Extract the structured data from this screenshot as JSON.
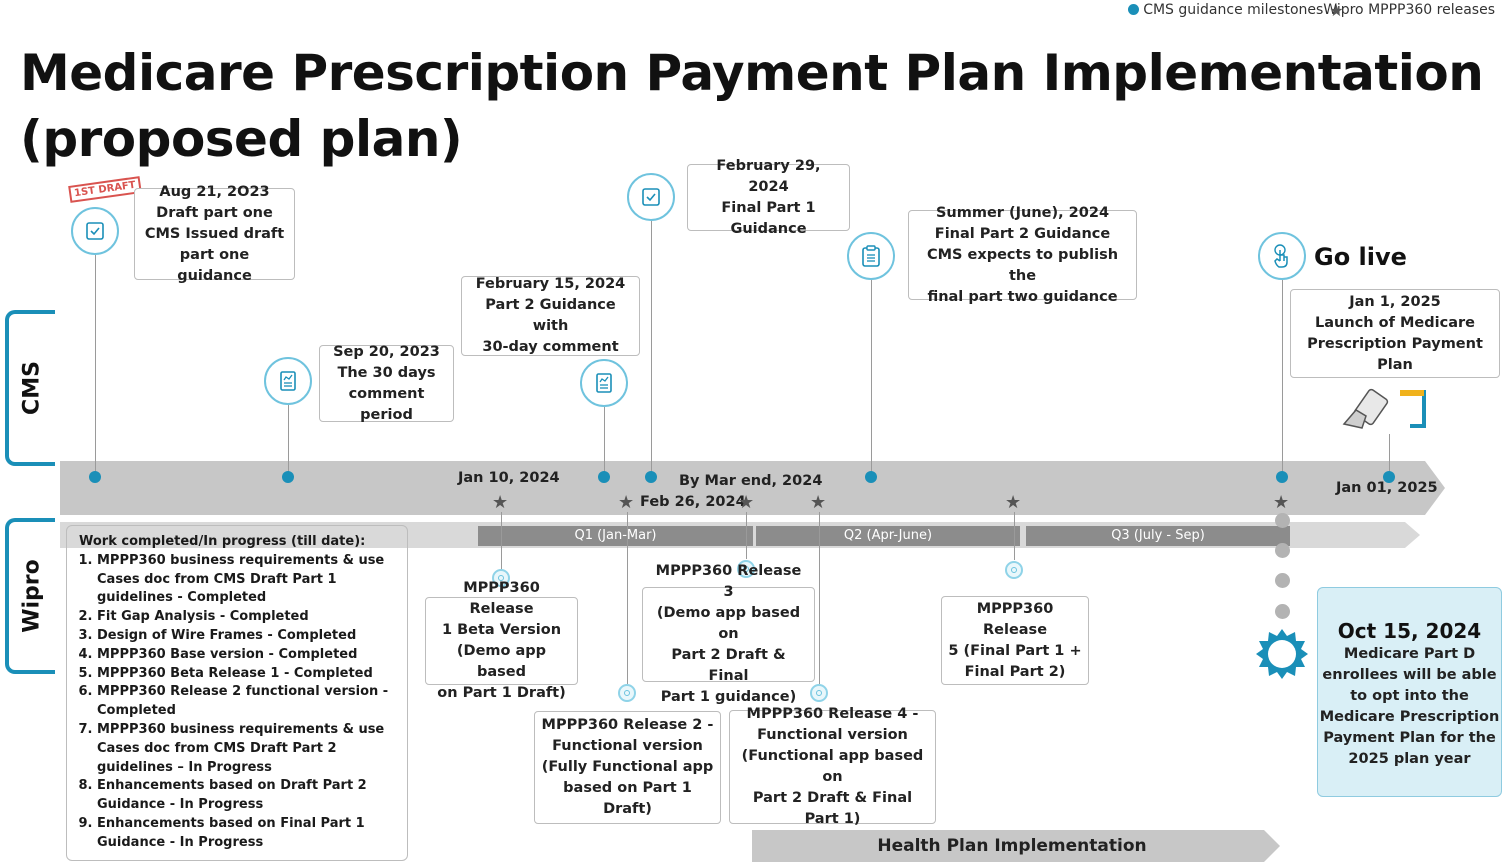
{
  "legend": {
    "cms_label": "CMS guidance milestones",
    "wipro_label": "Wipro MPPP360 releases",
    "cms_color": "#1a8fb8"
  },
  "title": {
    "line1": "Medicare Prescription Payment Plan Implementation",
    "line2": "(proposed plan)"
  },
  "side_tabs": {
    "cms": "CMS",
    "wipro": "Wipro"
  },
  "draft_stamp": "1ST DRAFT",
  "cms_milestones": [
    {
      "lines": [
        "Aug 21, 2O23",
        "Draft part one",
        "CMS Issued draft",
        "part one guidance"
      ]
    },
    {
      "lines": [
        "Sep 20, 2023",
        "The 30 days",
        "comment period"
      ]
    },
    {
      "lines": [
        "February 15, 2024",
        "Part 2 Guidance with",
        "30-day comment"
      ]
    },
    {
      "lines": [
        "February 29, 2024",
        "Final Part 1",
        "Guidance"
      ]
    },
    {
      "lines": [
        "Summer (June), 2024",
        "Final Part 2 Guidance",
        "CMS expects to publish the",
        "final part two guidance"
      ]
    },
    {
      "lines": [
        "Jan 1, 2025",
        "Launch of Medicare",
        "Prescription Payment Plan"
      ]
    }
  ],
  "go_live": "Go live",
  "timeline_labels": {
    "jan10": "Jan 10, 2024",
    "feb26": "Feb 26, 2024",
    "mar_end": "By Mar end, 2024",
    "jan01": "Jan 01, 2025"
  },
  "quarters": [
    "Q1 (Jan-Mar)",
    "Q2 (Apr-June)",
    "Q3 (July - Sep)"
  ],
  "work_list": {
    "heading": "Work completed/In progress (till date):",
    "items": [
      "MPPP360 business requirements & use Cases doc from CMS Draft Part 1 guidelines - Completed",
      "Fit Gap Analysis - Completed",
      "Design of Wire Frames - Completed",
      "MPPP360 Base version - Completed",
      "MPPP360 Beta Release 1 - Completed",
      "MPPP360 Release 2 functional version - Completed",
      "MPPP360 business requirements & use Cases doc from CMS Draft Part 2 guidelines – In Progress",
      "Enhancements based on Draft Part 2 Guidance - In Progress",
      "Enhancements based on Final Part 1 Guidance - In Progress"
    ]
  },
  "releases": [
    {
      "lines": [
        "MPPP360 Release",
        "1 Beta Version",
        "(Demo app based",
        "on Part 1 Draft)"
      ]
    },
    {
      "lines": [
        "MPPP360 Release 2 -",
        "Functional version",
        "(Fully Functional app",
        "based on Part 1 Draft)"
      ]
    },
    {
      "lines": [
        "MPPP360 Release 3",
        "(Demo app based on",
        "Part 2 Draft & Final",
        "Part 1 guidance)"
      ]
    },
    {
      "lines": [
        "MPPP360 Release 4 -",
        "Functional version",
        "(Functional app based on",
        "Part 2 Draft & Final",
        "Part 1)"
      ]
    },
    {
      "lines": [
        "MPPP360 Release",
        "5 (Final Part 1 +",
        "Final Part 2)"
      ]
    }
  ],
  "oct_box": {
    "date": "Oct 15, 2024",
    "lines": [
      "Medicare Part D",
      "enrollees will be able",
      "to opt into the",
      "Medicare Prescription",
      "Payment Plan for the",
      "2025 plan year"
    ]
  },
  "health_plan": "Health Plan Implementation"
}
